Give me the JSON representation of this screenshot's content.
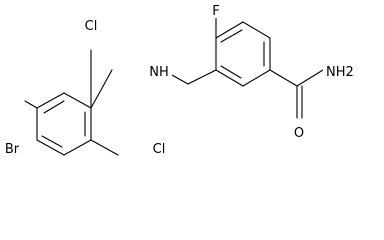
{
  "molecule": {
    "atoms": {
      "fluorine": "F",
      "chlorine_top": "Cl",
      "chlorine_bottom": "Cl",
      "bromine": "Br",
      "amine": "NH",
      "amide_nitrogen": "NH2",
      "carbonyl_oxygen": "O"
    }
  }
}
